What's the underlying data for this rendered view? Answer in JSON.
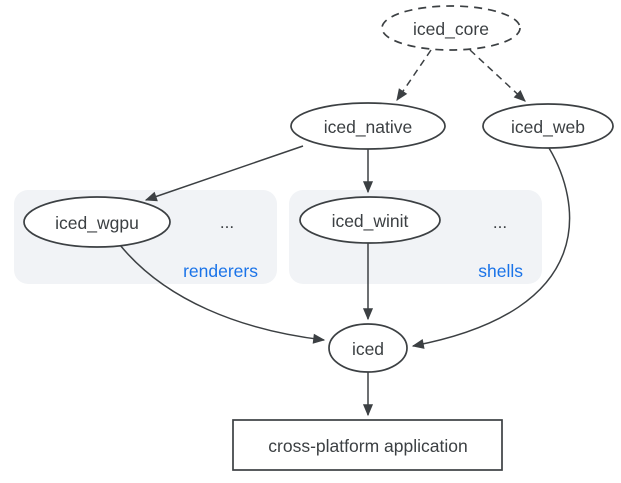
{
  "diagram": {
    "type": "dependency-graph",
    "nodes": {
      "iced_core": {
        "label": "iced_core",
        "shape": "ellipse",
        "border": "dashed"
      },
      "iced_native": {
        "label": "iced_native",
        "shape": "ellipse",
        "border": "solid"
      },
      "iced_web": {
        "label": "iced_web",
        "shape": "ellipse",
        "border": "solid"
      },
      "iced_wgpu": {
        "label": "iced_wgpu",
        "shape": "ellipse",
        "border": "solid",
        "group": "renderers"
      },
      "iced_winit": {
        "label": "iced_winit",
        "shape": "ellipse",
        "border": "solid",
        "group": "shells"
      },
      "iced": {
        "label": "iced",
        "shape": "ellipse",
        "border": "solid"
      },
      "application": {
        "label": "cross-platform application",
        "shape": "rectangle",
        "border": "solid"
      }
    },
    "groups": {
      "renderers": {
        "label": "renderers",
        "ellipsis": "..."
      },
      "shells": {
        "label": "shells",
        "ellipsis": "..."
      }
    },
    "edges": [
      {
        "from": "iced_core",
        "to": "iced_native",
        "style": "dashed"
      },
      {
        "from": "iced_core",
        "to": "iced_web",
        "style": "dashed"
      },
      {
        "from": "iced_native",
        "to": "iced_wgpu",
        "style": "solid"
      },
      {
        "from": "iced_native",
        "to": "iced_winit",
        "style": "solid"
      },
      {
        "from": "iced_wgpu",
        "to": "iced",
        "style": "solid"
      },
      {
        "from": "iced_winit",
        "to": "iced",
        "style": "solid"
      },
      {
        "from": "iced_web",
        "to": "iced",
        "style": "solid"
      },
      {
        "from": "iced",
        "to": "application",
        "style": "solid"
      }
    ],
    "colors": {
      "background": "#ffffff",
      "stroke": "#3c4043",
      "text": "#3c4043",
      "group_fill": "#f1f3f6",
      "group_label": "#1a73e8"
    }
  }
}
